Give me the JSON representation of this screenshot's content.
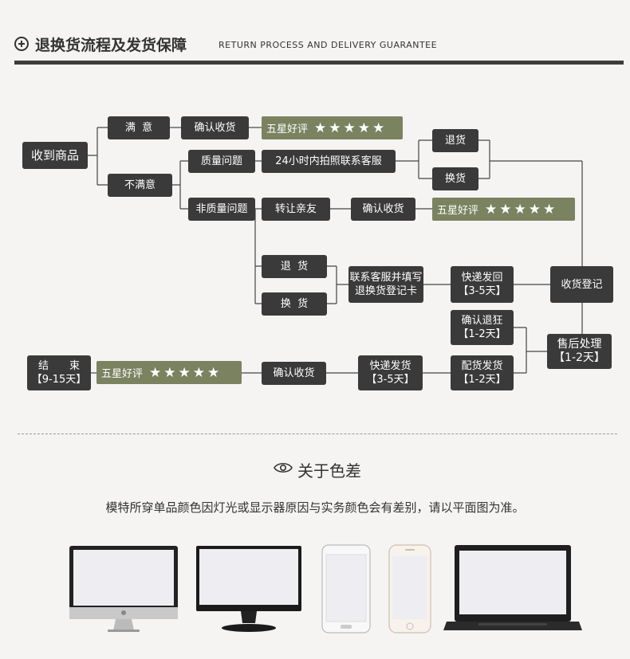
{
  "header": {
    "title_cn": "退换货流程及发货保障",
    "title_en": "RETURN PROCESS AND DELIVERY GUARANTEE"
  },
  "flow": {
    "receive": "收到商品",
    "satisfied": "满  意",
    "unsatisfied": "不满意",
    "confirm_receipt_1": "确认收货",
    "five_star_1": "五星好评",
    "quality_issue": "质量问题",
    "service_24h": "24小时内拍照联系客服",
    "return_1": "退货",
    "exchange_1": "换货",
    "non_quality_issue": "非质量问题",
    "transfer_friend": "转让亲友",
    "confirm_receipt_2": "确认收货",
    "five_star_2": "五星好评",
    "return_2": "退  货",
    "exchange_2": "换  货",
    "contact_fill_l1": "联系客服并填写",
    "contact_fill_l2": "退换货登记卡",
    "express_back_l1": "快递发回",
    "express_back_l2": "【3-5天】",
    "receipt_register": "收货登记",
    "confirm_refund_l1": "确认退狂",
    "confirm_refund_l2": "【1-2天】",
    "after_sale_l1": "售后处理",
    "after_sale_l2": "【1-2天】",
    "end_l1": "结　　束",
    "end_l2": "【9-15天】",
    "five_star_3": "五星好评",
    "confirm_receipt_3": "确认收货",
    "express_ship_l1": "快递发货",
    "express_ship_l2": "【3-5天】",
    "prepare_ship_l1": "配货发货",
    "prepare_ship_l2": "【1-2天】",
    "stars": "★★★★★"
  },
  "color_diff": {
    "title": "关于色差",
    "note": "模特所穿单品颜色因灯光或显示器原因与实务颜色会有差别，请以平面图为准。"
  },
  "colors": {
    "box": "#3a3a3a",
    "green": "#7b8260",
    "line": "#444444"
  }
}
